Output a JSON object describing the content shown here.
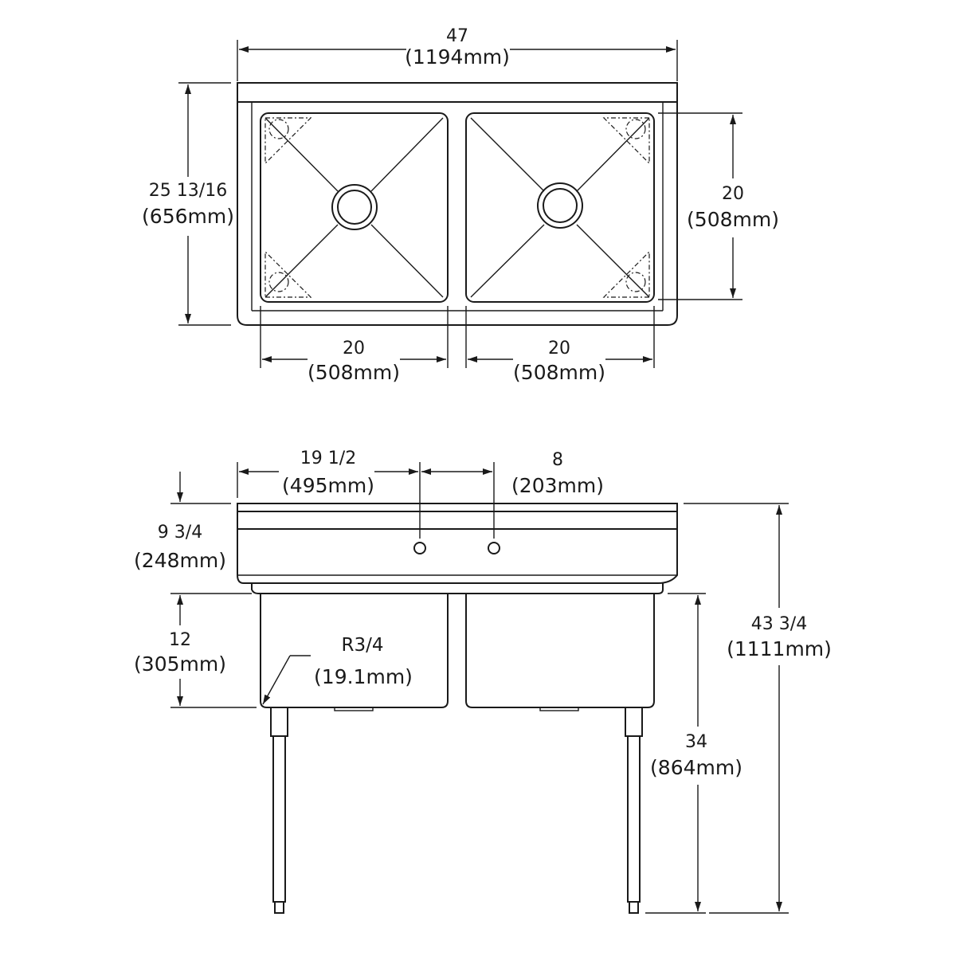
{
  "top_view": {
    "overall_width": {
      "in": "47",
      "mm": "(1194mm)"
    },
    "overall_depth": {
      "in": "25 13/16",
      "mm": "(656mm)"
    },
    "bowl_depth": {
      "in": "20",
      "mm": "(508mm)"
    },
    "bowl_left_width": {
      "in": "20",
      "mm": "(508mm)"
    },
    "bowl_right_width": {
      "in": "20",
      "mm": "(508mm)"
    }
  },
  "front_view": {
    "faucet_offset": {
      "in": "19 1/2",
      "mm": "(495mm)"
    },
    "faucet_spacing": {
      "in": "8",
      "mm": "(203mm)"
    },
    "backsplash_height": {
      "in": "9 3/4",
      "mm": "(248mm)"
    },
    "bowl_height": {
      "in": "12",
      "mm": "(305mm)"
    },
    "corner_radius": {
      "in": "R3/4",
      "mm": "(19.1mm)"
    },
    "rim_height": {
      "in": "34",
      "mm": "(864mm)"
    },
    "overall_height": {
      "in": "43 3/4",
      "mm": "(1111mm)"
    }
  }
}
